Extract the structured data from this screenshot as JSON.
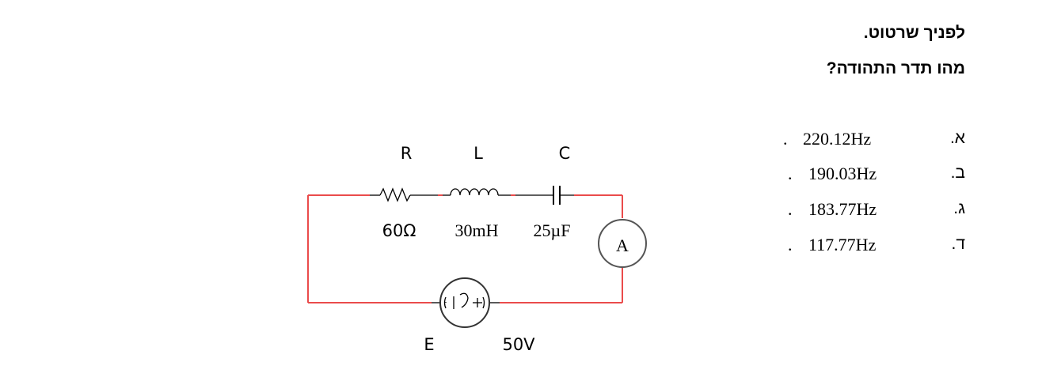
{
  "question": {
    "line1": "לפניך שרטוט.",
    "line2": "מהו תדר התהודה?"
  },
  "options": [
    {
      "letter": "א.",
      "value": "220.12Hz",
      "dot": "."
    },
    {
      "letter": "ב.",
      "value": "190.03Hz",
      "dot": "."
    },
    {
      "letter": "ג.",
      "value": "183.77Hz",
      "dot": "."
    },
    {
      "letter": "ד.",
      "value": "117.77Hz",
      "dot": "."
    }
  ],
  "circuit": {
    "resistor": {
      "symbol": "R",
      "value": "60Ω"
    },
    "inductor": {
      "symbol": "L",
      "value": "30mH"
    },
    "capacitor": {
      "symbol": "C",
      "value": "25µF"
    },
    "ammeter": {
      "symbol": "A"
    },
    "source": {
      "symbol": "E",
      "value": "50V"
    },
    "wire_color": "#ea4b4b"
  }
}
